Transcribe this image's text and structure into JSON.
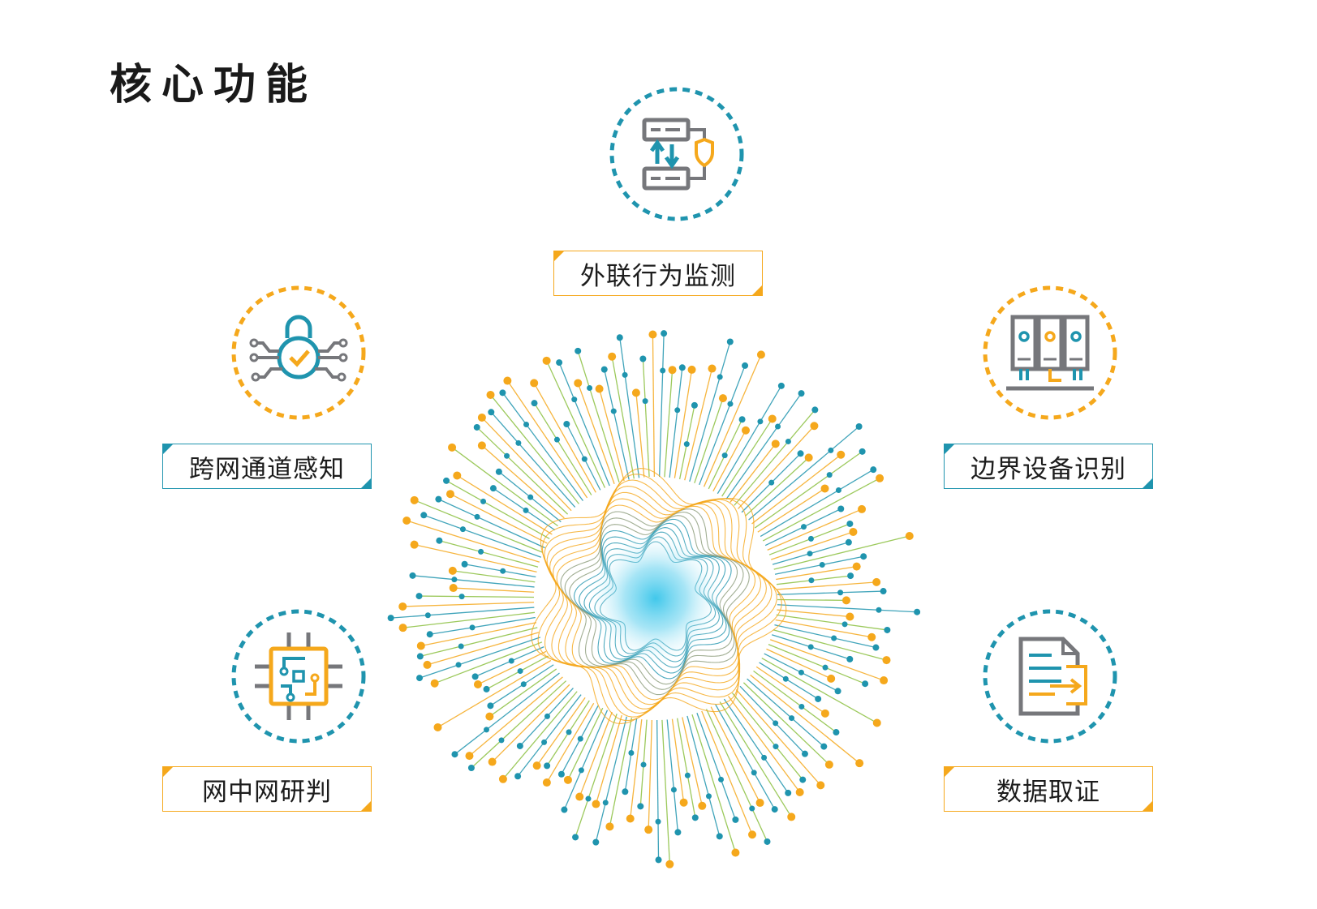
{
  "title": "核心功能",
  "colors": {
    "gold": "#F5A81C",
    "teal": "#1F94AE",
    "gray": "#76777B",
    "line_green": "#8BBF3F",
    "center_cyan": "#37C5EA"
  },
  "features": [
    {
      "id": "outbound",
      "label": "外联行为监测",
      "icon": "server-transfer-shield-icon",
      "crescent": "gray",
      "ring": "teal",
      "frame": "gold"
    },
    {
      "id": "cross-network",
      "label": "跨网通道感知",
      "icon": "padlock-circuit-icon",
      "crescent": "gold",
      "ring": "gold",
      "frame": "teal"
    },
    {
      "id": "boundary",
      "label": "边界设备识别",
      "icon": "server-rack-icon",
      "crescent": "gold",
      "ring": "gold",
      "frame": "teal"
    },
    {
      "id": "net-in-net",
      "label": "网中网研判",
      "icon": "chip-circuit-icon",
      "crescent": "gray",
      "ring": "teal",
      "frame": "gold"
    },
    {
      "id": "forensics",
      "label": "数据取证",
      "icon": "document-export-icon",
      "crescent": "gray",
      "ring": "teal",
      "frame": "gold"
    }
  ]
}
